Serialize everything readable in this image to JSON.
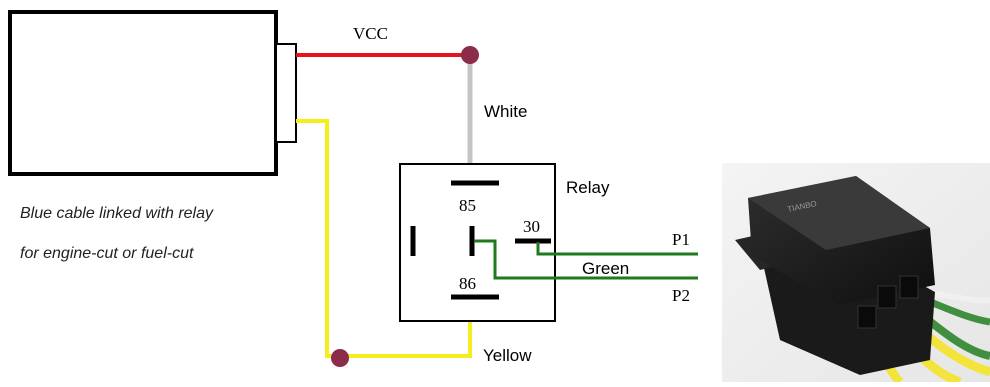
{
  "labels": {
    "vcc": "VCC",
    "white": "White",
    "relay": "Relay",
    "pin85": "85",
    "pin30": "30",
    "pin86": "86",
    "p1": "P1",
    "green": "Green",
    "p2": "P2",
    "yellow": "Yellow"
  },
  "notes": {
    "line1": "Blue cable linked with relay",
    "line2": "for engine-cut or fuel-cut"
  },
  "colors": {
    "red_wire": "#e8141c",
    "white_wire": "#c4c4c4",
    "yellow_wire": "#f5ee1a",
    "green_wire": "#1f7a1f",
    "junction": "#8a2c4a",
    "outline": "#000000"
  },
  "photo": {
    "subject": "relay-with-socket-photo",
    "relay_text": "TIANBO"
  }
}
